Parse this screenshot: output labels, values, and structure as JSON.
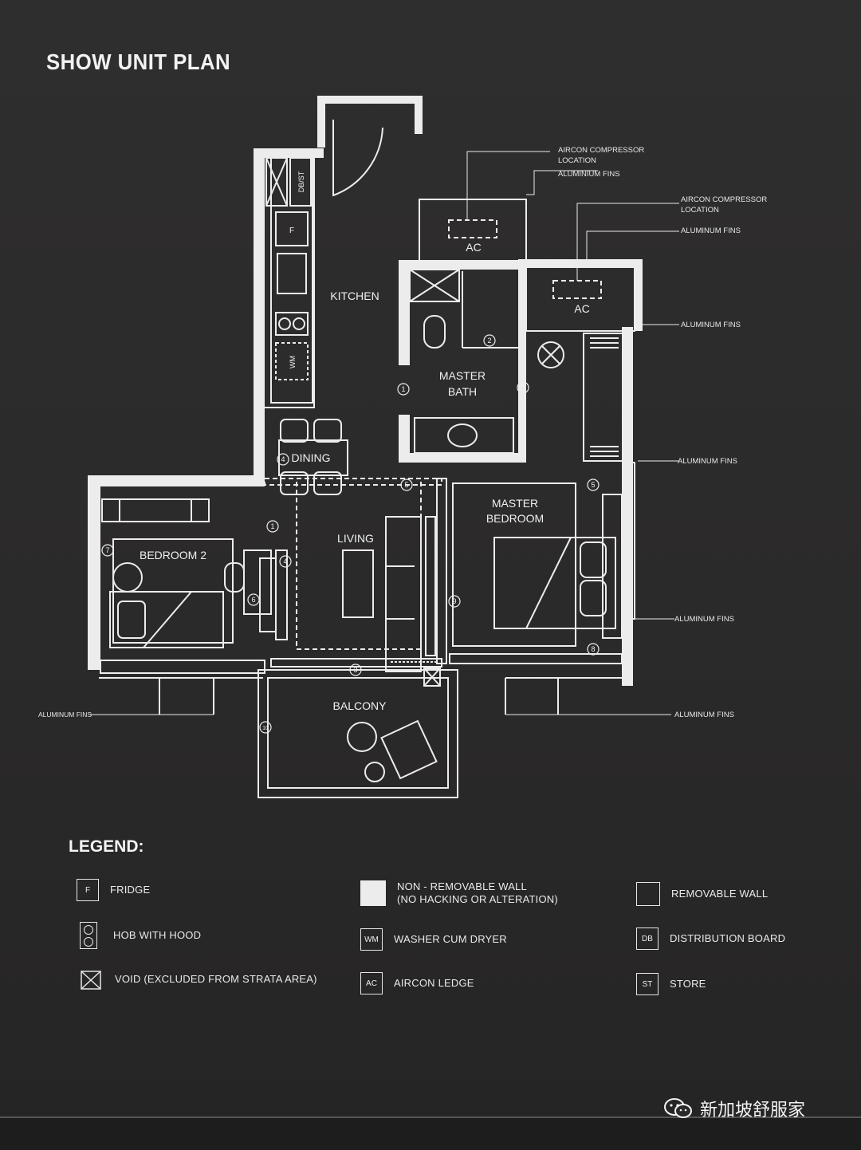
{
  "title": "SHOW UNIT PLAN",
  "rooms": {
    "kitchen": "KITCHEN",
    "master_bath_line1": "MASTER",
    "master_bath_line2": "BATH",
    "dining": "DINING",
    "living": "LIVING",
    "bedroom2": "BEDROOM 2",
    "master_bedroom_line1": "MASTER",
    "master_bedroom_line2": "BEDROOM",
    "balcony": "BALCONY",
    "ac1": "AC",
    "ac2": "AC",
    "f": "F",
    "wm": "WM",
    "dbst": "DB/ST"
  },
  "annotations": {
    "compressor1_line1": "AIRCON COMPRESSOR",
    "compressor1_line2": "LOCATION",
    "fins1": "ALUMINIUM FINS",
    "compressor2_line1": "AIRCON COMPRESSOR",
    "compressor2_line2": "LOCATION",
    "fins2": "ALUMINUM FINS",
    "fins3": "ALUMINUM FINS",
    "fins4": "ALUMINUM FINS",
    "fins5": "ALUMINUM FINS",
    "fins6": "ALUMINUM FINS",
    "fins_left": "ALUMINUM FINS"
  },
  "markers": {
    "m1a": "1",
    "m1b": "1",
    "m1c": "1",
    "m2": "2",
    "m3": "3",
    "m4a": "4",
    "m4b": "4",
    "m5a": "5",
    "m5b": "5",
    "m6": "6",
    "m7": "7",
    "m8": "8",
    "m9": "9",
    "m10": "10"
  },
  "legend": {
    "title": "LEGEND:",
    "items": [
      {
        "code": "F",
        "text": "FRIDGE"
      },
      {
        "code": "",
        "text": "HOB WITH HOOD"
      },
      {
        "code": "",
        "text": "VOID (EXCLUDED FROM STRATA AREA)"
      },
      {
        "code": "",
        "text": "NON - REMOVABLE WALL\n(NO HACKING OR ALTERATION)"
      },
      {
        "code": "WM",
        "text": "WASHER CUM DRYER"
      },
      {
        "code": "AC",
        "text": "AIRCON LEDGE"
      },
      {
        "code": "",
        "text": "REMOVABLE WALL"
      },
      {
        "code": "DB",
        "text": "DISTRIBUTION BOARD"
      },
      {
        "code": "ST",
        "text": "STORE"
      }
    ]
  },
  "watermark": "新加坡舒服家",
  "colors": {
    "background": "#2b2a2a",
    "linework": "#ececec"
  }
}
